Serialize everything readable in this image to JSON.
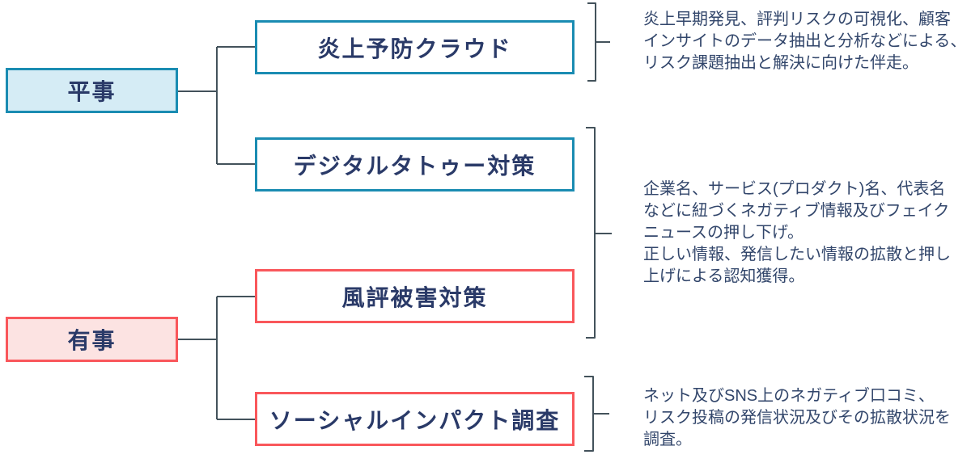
{
  "diagram": {
    "title": "risk-service-mapping-diagram",
    "categories": [
      {
        "label": "平事",
        "fill": "#d5ecf5",
        "border": "#1a8cb2"
      },
      {
        "label": "有事",
        "fill": "#fce3e2",
        "border": "#f9575b"
      }
    ],
    "services": [
      {
        "label": "炎上予防クラウド",
        "border": "#1a8cb2",
        "category": "平事"
      },
      {
        "label": "デジタルタトゥー対策",
        "border": "#1a8cb2",
        "category": "平事"
      },
      {
        "label": "風評被害対策",
        "border": "#f9575b",
        "category": "有事"
      },
      {
        "label": "ソーシャルインパクト調査",
        "border": "#f9575b",
        "category": "有事"
      }
    ],
    "descriptions": [
      {
        "for": "炎上予防クラウド",
        "lines": [
          "炎上早期発見、評判リスクの可視化、顧客",
          "インサイトのデータ抽出と分析などによる、",
          "リスク課題抽出と解決に向けた伴走。"
        ]
      },
      {
        "for": "デジタルタトゥー対策・風評被害対策",
        "lines": [
          "企業名、サービス(プロダクト)名、代表名",
          "などに紐づくネガティブ情報及びフェイク",
          "ニュースの押し下げ。",
          "正しい情報、発信したい情報の拡散と押し",
          "上げによる認知獲得。"
        ]
      },
      {
        "for": "ソーシャルインパクト調査",
        "lines": [
          "ネット及びSNS上のネガティブ口コミ、",
          "リスク投稿の発信状況及びその拡散状況を",
          "調査。"
        ]
      }
    ],
    "colors": {
      "connector_line": "#43525b",
      "title_text": "#2a3a68",
      "description_text": "#32466b",
      "teal_border": "#1a8cb2",
      "teal_fill": "#d5ecf5",
      "red_border": "#f9575b",
      "red_fill": "#fce3e2"
    }
  }
}
